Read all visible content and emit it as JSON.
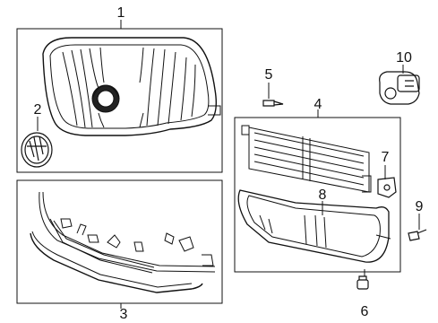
{
  "diagram": {
    "callouts": [
      {
        "id": "1",
        "label": "1"
      },
      {
        "id": "2",
        "label": "2"
      },
      {
        "id": "3",
        "label": "3"
      },
      {
        "id": "4",
        "label": "4"
      },
      {
        "id": "5",
        "label": "5"
      },
      {
        "id": "6",
        "label": "6"
      },
      {
        "id": "7",
        "label": "7"
      },
      {
        "id": "8",
        "label": "8"
      },
      {
        "id": "9",
        "label": "9"
      },
      {
        "id": "10",
        "label": "10"
      }
    ]
  },
  "colors": {
    "line": "#111111",
    "background": "#ffffff"
  }
}
